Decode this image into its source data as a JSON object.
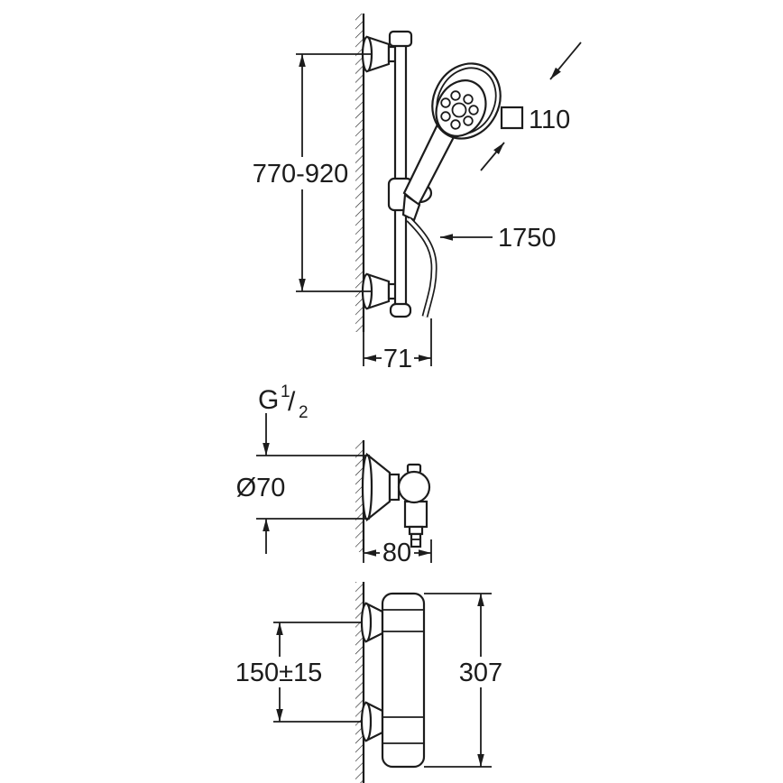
{
  "drawing": {
    "line_color": "#1c1c1c",
    "background_color": "#ffffff"
  },
  "dimensions": {
    "rail_height": "770-920",
    "head_size": "110",
    "hose_length": "1750",
    "rail_wall_offset": "71",
    "thread": {
      "prefix": "G",
      "sup": "1",
      "slash": "/",
      "sub": "2"
    },
    "escutcheon_diameter": "Ø70",
    "valve_projection": "80",
    "mount_distance": "150±15",
    "body_height": "307"
  }
}
